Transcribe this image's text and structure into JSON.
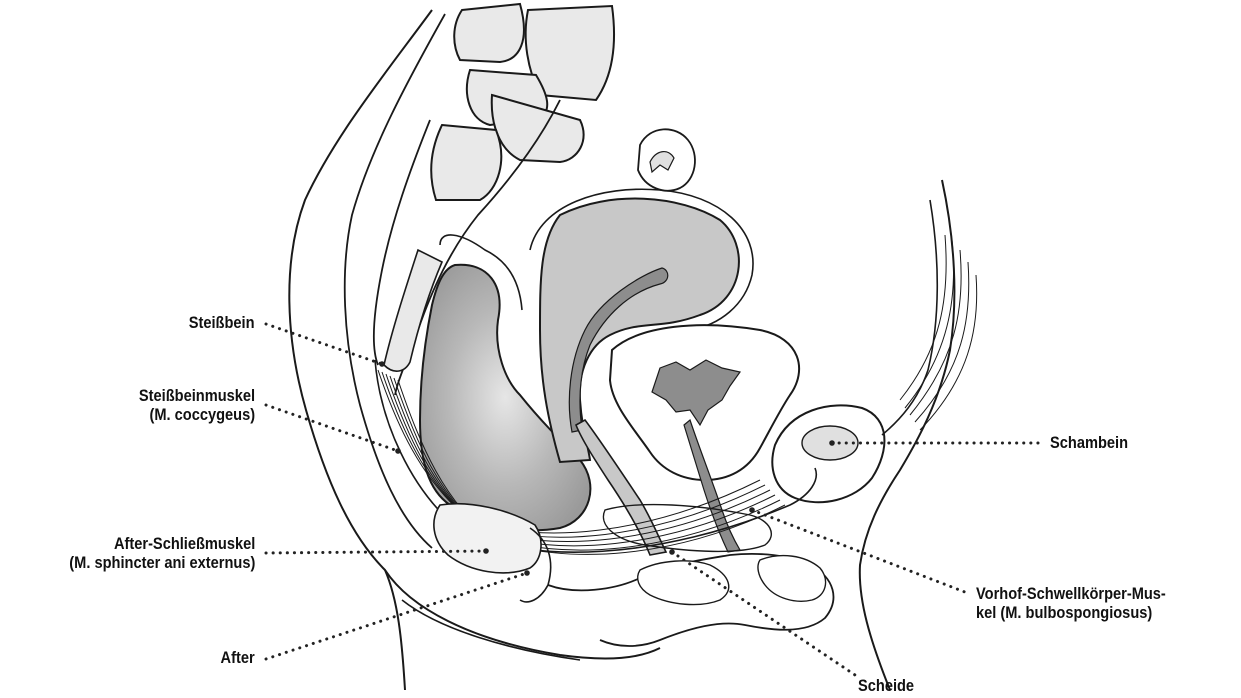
{
  "labels": {
    "steissbein": {
      "line1": "Steißbein"
    },
    "steissbeinmuskel": {
      "line1": "Steißbeinmuskel",
      "line2": "(M. coccygeus)"
    },
    "after_schliessmuskel": {
      "line1": "After-Schließmuskel",
      "line2": "(M. sphincter ani externus)"
    },
    "after": {
      "line1": "After"
    },
    "schambein": {
      "line1": "Schambein"
    },
    "vorhof": {
      "line1": "Vorhof-Schwellkörper-Mus-",
      "line2": "kel (M. bulbospongiosus)"
    },
    "scheide": {
      "line1": "Scheide"
    }
  },
  "colors": {
    "outline": "#1a1a1a",
    "light_fill": "#e9e9e9",
    "mid_fill": "#c8c8c8",
    "dark_fill": "#8d8d8d",
    "leader": "#222222"
  }
}
